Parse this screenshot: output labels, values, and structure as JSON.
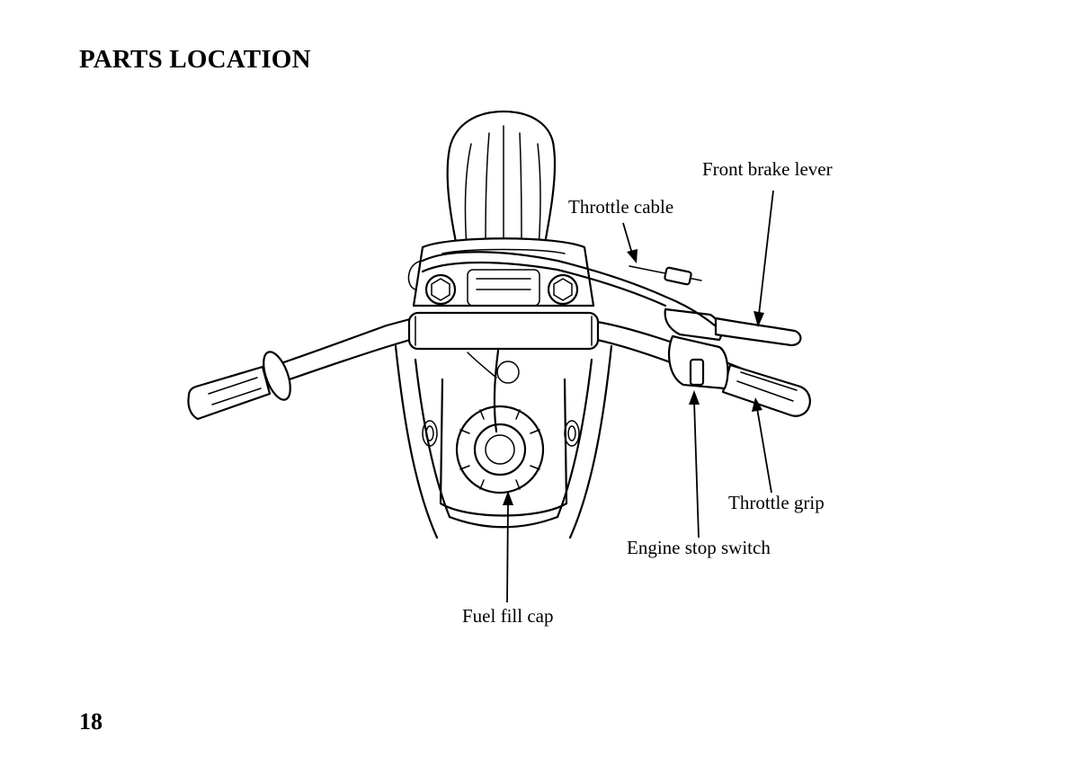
{
  "page": {
    "title": "PARTS LOCATION",
    "number": "18"
  },
  "labels": {
    "front_brake_lever": "Front brake lever",
    "throttle_cable": "Throttle cable",
    "throttle_grip": "Throttle grip",
    "engine_stop_switch": "Engine stop switch",
    "fuel_fill_cap": "Fuel fill cap"
  }
}
